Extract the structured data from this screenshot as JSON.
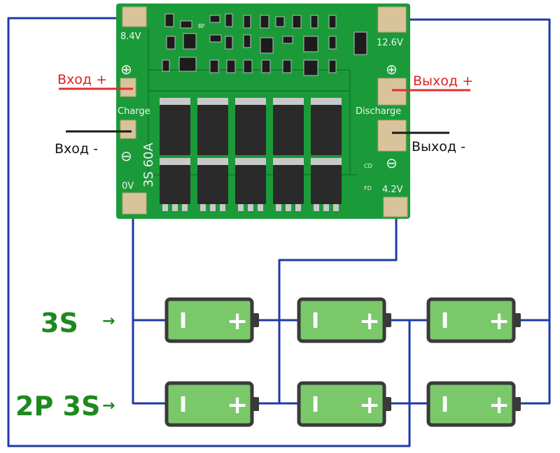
{
  "colors": {
    "wire": "#1f3aa8",
    "red_lead": "#e03030",
    "black_lead": "#1a1a1a",
    "board": "#1b9a3a",
    "board_dark": "#0f6e28",
    "pad": "#d9c39a",
    "battery_fill": "#7bc86a",
    "battery_outline": "#3a3a3a",
    "label_red": "#e02020",
    "label_green": "#1e8a1e"
  },
  "board": {
    "pads": {
      "p84": "8.4V",
      "p126": "12.6V",
      "p42": "4.2V",
      "p0": "0V",
      "charge": "Charge",
      "discharge": "Discharge"
    },
    "marking": "3S 60A",
    "plus_symbol": "⊕",
    "minus_symbol": "⊖",
    "cd": "CD",
    "fd": "FD",
    "bf": "BF"
  },
  "annotations": {
    "input_plus": "Вход +",
    "input_minus": "Вход -",
    "output_plus": "Выход +",
    "output_minus": "Выход -"
  },
  "rows": {
    "row1_label": "3S",
    "row2_label": "2P 3S",
    "arrow": "→"
  },
  "battery": {
    "minus_symbol": "I",
    "plus_symbol": "+"
  }
}
